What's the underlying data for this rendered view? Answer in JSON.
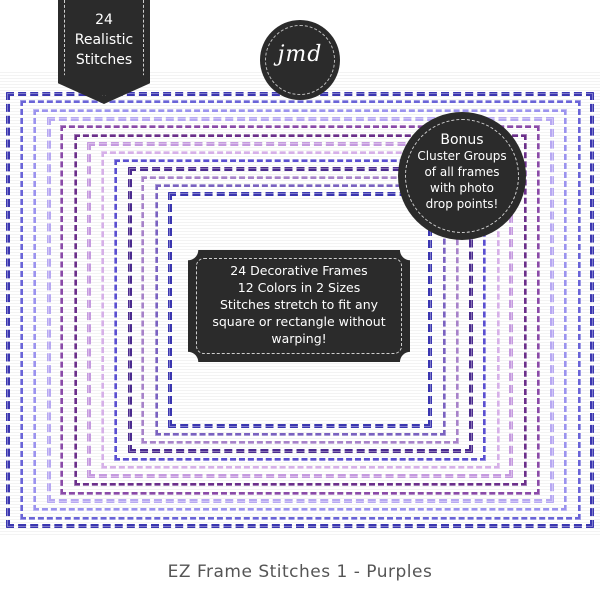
{
  "ribbon": {
    "lines": [
      "24",
      "Realistic",
      "Stitches"
    ]
  },
  "logo": {
    "text": "jmd"
  },
  "bonus": {
    "lines": [
      "Bonus",
      "Cluster Groups",
      "of all frames",
      "with photo",
      "drop points!"
    ]
  },
  "plaque": {
    "lines": [
      "24 Decorative Frames",
      "12 Colors in 2 Sizes",
      "Stitches stretch to fit any",
      "square or rectangle without",
      "warping!"
    ]
  },
  "caption": "EZ Frame Stitches 1 - Purples",
  "colors": {
    "dark_badge": "#2b2b2b",
    "stitch_palette": [
      "#3b36b0",
      "#6a64d8",
      "#9b93ee",
      "#b7a8f2",
      "#8a4aa8",
      "#6b2f8a",
      "#c59adf",
      "#d6b0e8",
      "#5a4fd0",
      "#4b2b8f",
      "#a782c9",
      "#7a62c0"
    ]
  }
}
